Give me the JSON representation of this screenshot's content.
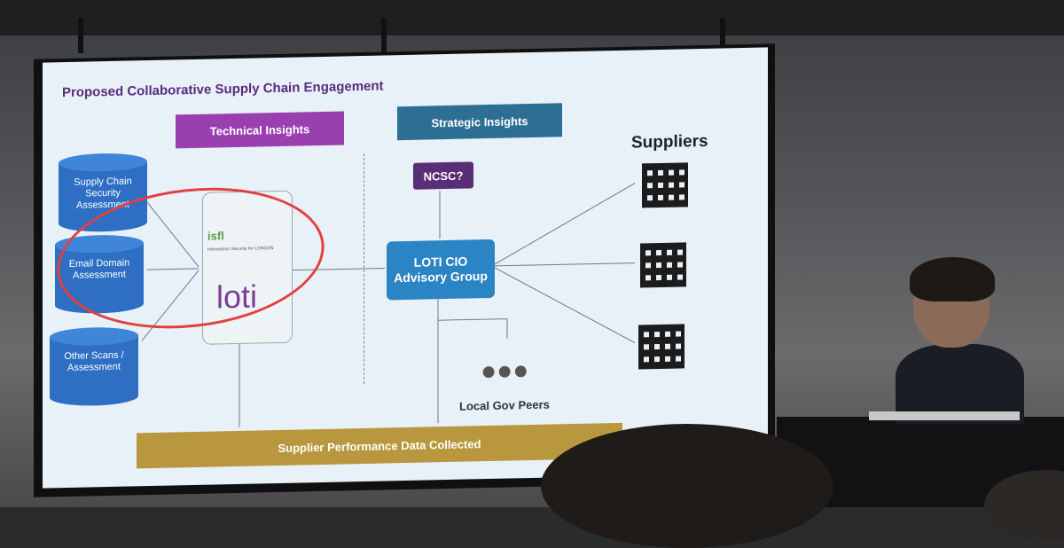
{
  "slide": {
    "title": "Proposed Collaborative Supply Chain Engagement",
    "technical_insights": "Technical Insights",
    "strategic_insights": "Strategic Insights",
    "ncsc": "NCSC?",
    "loti_cio": "LOTI CIO Advisory Group",
    "suppliers": "Suppliers",
    "local_gov_peers": "Local Gov Peers",
    "supplier_performance": "Supplier Performance Data Collected",
    "isfl_logo": "isfl",
    "isfl_tagline": "Information Security for LONDON",
    "loti_logo": "loti",
    "inputs": [
      "Supply Chain Security Assessment",
      "Email Domain Assessment",
      "Other Scans / Assessment"
    ]
  },
  "colors": {
    "technical": "#9a3fb0",
    "strategic": "#2d6f94",
    "ncsc": "#5a2e77",
    "loti_cio": "#2b84c3",
    "supplier_data": "#b8973e",
    "annotation": "#e2403f"
  },
  "icons": {
    "buildings": "building-icon",
    "people": "people-group-icon"
  }
}
